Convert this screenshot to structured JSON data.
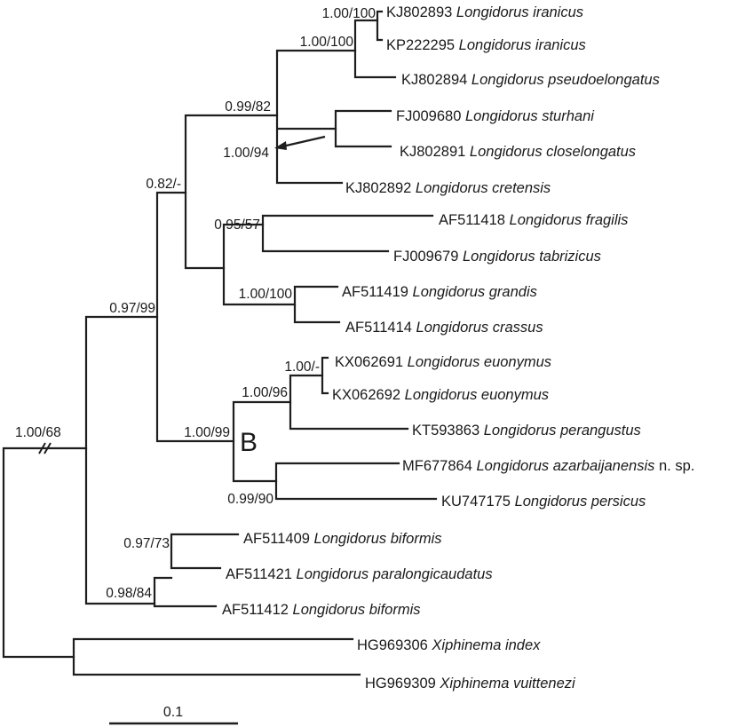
{
  "figure": {
    "type": "phylogenetic-tree",
    "scale_bar": {
      "label": "0.1",
      "value": 0.1
    },
    "clade_label": "B",
    "taxa": [
      {
        "id": "t1",
        "accession": "KJ802893",
        "species": "Longidorus iranicus",
        "suffix": ""
      },
      {
        "id": "t2",
        "accession": "KP222295",
        "species": "Longidorus iranicus",
        "suffix": ""
      },
      {
        "id": "t3",
        "accession": "KJ802894",
        "species": "Longidorus pseudoelongatus",
        "suffix": ""
      },
      {
        "id": "t4",
        "accession": "FJ009680",
        "species": "Longidorus sturhani",
        "suffix": ""
      },
      {
        "id": "t5",
        "accession": "KJ802891",
        "species": "Longidorus closelongatus",
        "suffix": ""
      },
      {
        "id": "t6",
        "accession": "KJ802892",
        "species": "Longidorus cretensis",
        "suffix": ""
      },
      {
        "id": "t7",
        "accession": "AF511418",
        "species": "Longidorus fragilis",
        "suffix": ""
      },
      {
        "id": "t8",
        "accession": "FJ009679",
        "species": "Longidorus tabrizicus",
        "suffix": ""
      },
      {
        "id": "t9",
        "accession": "AF511419",
        "species": "Longidorus grandis",
        "suffix": ""
      },
      {
        "id": "t10",
        "accession": "AF511414",
        "species": "Longidorus crassus",
        "suffix": ""
      },
      {
        "id": "t11",
        "accession": "KX062691",
        "species": "Longidorus euonymus",
        "suffix": ""
      },
      {
        "id": "t12",
        "accession": "KX062692",
        "species": "Longidorus euonymus",
        "suffix": ""
      },
      {
        "id": "t13",
        "accession": "KT593863",
        "species": "Longidorus perangustus",
        "suffix": ""
      },
      {
        "id": "t14",
        "accession": "MF677864",
        "species": "Longidorus azarbaijanensis",
        "suffix": "n. sp."
      },
      {
        "id": "t15",
        "accession": "KU747175",
        "species": "Longidorus persicus",
        "suffix": ""
      },
      {
        "id": "t16",
        "accession": "AF511409",
        "species": "Longidorus biformis",
        "suffix": ""
      },
      {
        "id": "t17",
        "accession": "AF511421",
        "species": "Longidorus paralongicaudatus",
        "suffix": ""
      },
      {
        "id": "t18",
        "accession": "AF511412",
        "species": "Longidorus biformis",
        "suffix": ""
      },
      {
        "id": "t19",
        "accession": "HG969306",
        "species": "Xiphinema index",
        "suffix": ""
      },
      {
        "id": "t20",
        "accession": "HG969309",
        "species": "Xiphinema vuittenezi",
        "suffix": ""
      }
    ],
    "support_values": [
      {
        "node": "iranicus-pair",
        "label": "1.00/100"
      },
      {
        "node": "iranicus-pseudoelongatus",
        "label": "1.00/100"
      },
      {
        "node": "upper-elongatus-group",
        "label": "0.99/82"
      },
      {
        "node": "sturhani-closelongatus",
        "label": "1.00/94"
      },
      {
        "node": "upper-ingroup",
        "label": "0.82/-"
      },
      {
        "node": "fragilis-tabrizicus",
        "label": "0.95/57"
      },
      {
        "node": "grandis-crassus",
        "label": "1.00/100"
      },
      {
        "node": "longidorus-main",
        "label": "0.97/99"
      },
      {
        "node": "euonymus-pair",
        "label": "1.00/-"
      },
      {
        "node": "euonymus-perangustus",
        "label": "1.00/96"
      },
      {
        "node": "clade-b",
        "label": "1.00/99"
      },
      {
        "node": "azarbaijanensis-persicus",
        "label": "0.99/90"
      },
      {
        "node": "ingroup-root",
        "label": "1.00/68"
      },
      {
        "node": "biformis-paralongicaudatus",
        "label": "0.97/73"
      },
      {
        "node": "biformis-group",
        "label": "0.98/84"
      }
    ]
  }
}
